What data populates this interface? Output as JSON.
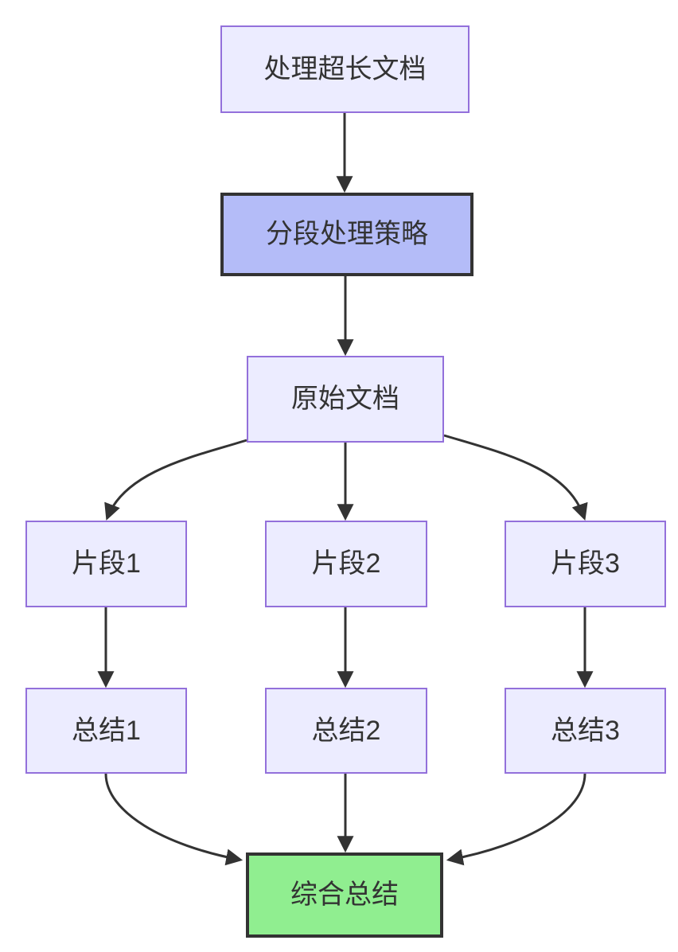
{
  "diagram": {
    "type": "flowchart",
    "direction": "top-down",
    "background": "#FFFFFF",
    "nodes": [
      {
        "id": "A",
        "label": "处理超长文档",
        "kind": "default"
      },
      {
        "id": "B",
        "label": "分段处理策略",
        "kind": "emphasis"
      },
      {
        "id": "C",
        "label": "原始文档",
        "kind": "default"
      },
      {
        "id": "D",
        "label": "片段1",
        "kind": "default"
      },
      {
        "id": "E",
        "label": "片段2",
        "kind": "default"
      },
      {
        "id": "F",
        "label": "片段3",
        "kind": "default"
      },
      {
        "id": "G",
        "label": "总结1",
        "kind": "default"
      },
      {
        "id": "H",
        "label": "总结2",
        "kind": "default"
      },
      {
        "id": "I",
        "label": "总结3",
        "kind": "default"
      },
      {
        "id": "J",
        "label": "综合总结",
        "kind": "result"
      }
    ],
    "edges": [
      {
        "from": "A",
        "to": "B"
      },
      {
        "from": "B",
        "to": "C"
      },
      {
        "from": "C",
        "to": "D"
      },
      {
        "from": "C",
        "to": "E"
      },
      {
        "from": "C",
        "to": "F"
      },
      {
        "from": "D",
        "to": "G"
      },
      {
        "from": "E",
        "to": "H"
      },
      {
        "from": "F",
        "to": "I"
      },
      {
        "from": "G",
        "to": "J"
      },
      {
        "from": "H",
        "to": "J"
      },
      {
        "from": "I",
        "to": "J"
      }
    ],
    "colors": {
      "node_fill": "#ECECFF",
      "node_border": "#9370DB",
      "emphasis_fill": "#B4BCF8",
      "emphasis_border": "#333333",
      "result_fill": "#90EE90",
      "result_border": "#333333",
      "edge": "#333333",
      "text": "#333333"
    }
  }
}
